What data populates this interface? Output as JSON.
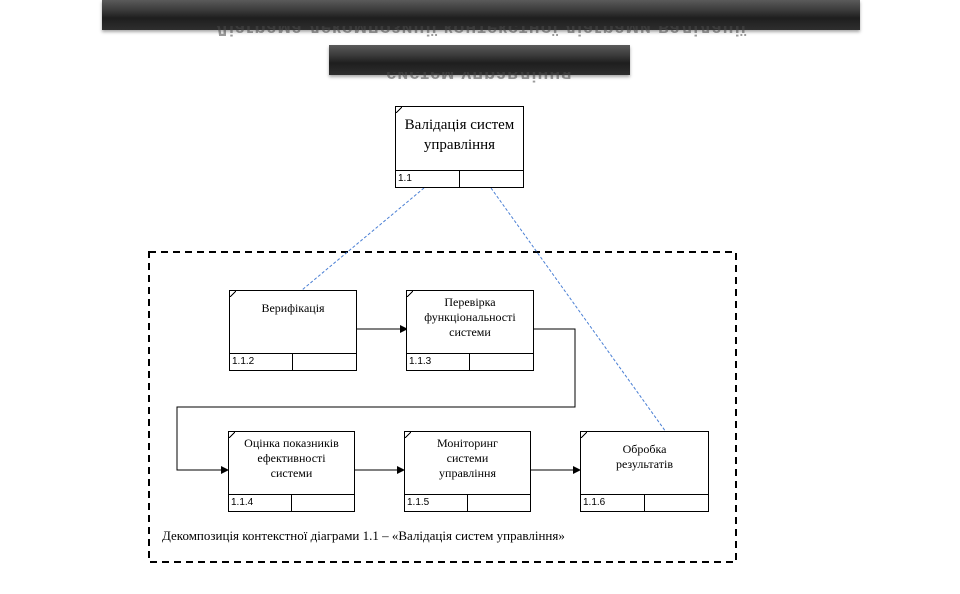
{
  "header": {
    "line1": "Діаграма декомпозиції контекстної діаграми валідації",
    "line2": "систем управління"
  },
  "diagram": {
    "parent": {
      "title": "Валідація систем управління",
      "id": "1.1"
    },
    "activities": [
      {
        "title": "Верифікація",
        "id": "1.1.2"
      },
      {
        "title": "Перевірка функціональності системи",
        "id": "1.1.3"
      },
      {
        "title": "Оцінка показників ефективності системи",
        "id": "1.1.4"
      },
      {
        "title": "Моніторинг системи управління",
        "id": "1.1.5"
      },
      {
        "title": "Обробка результатів",
        "id": "1.1.6"
      }
    ],
    "caption": "Декомпозиція контекстної діаграми 1.1 – «Валідація систем управління»"
  }
}
